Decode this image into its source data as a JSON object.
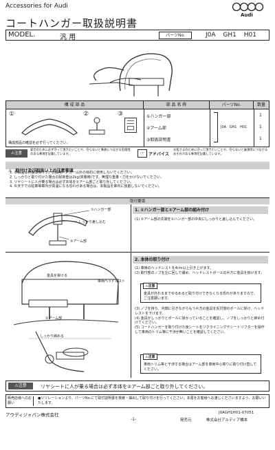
{
  "header": {
    "brand_line": "Accessories for Audi",
    "logo_text": "Audi",
    "title": "コートハンガー取扱説明書",
    "model_label": "MODEL.",
    "model_value": "汎 用",
    "parts_label": "パーツNo.",
    "parts_value": "J0A GH1 H01"
  },
  "components": {
    "head_left": "構 成 部 品",
    "head_name": "部 品 名 称",
    "head_partno": "パーツNo.",
    "head_qty": "数量",
    "markers": [
      "①",
      "②",
      "③"
    ],
    "items": [
      {
        "name": "①ハンガー部",
        "qty": "1"
      },
      {
        "name": "②アーム部",
        "qty": "1"
      },
      {
        "name": "③取扱説明書",
        "qty": "1"
      }
    ],
    "partno": "J0A GH1 H01",
    "confirm_note": "構成部品の確認を必ず行ってください。"
  },
  "notices": {
    "caution_label": "注意",
    "caution_text": "安全のために必ず守って頂きたいことや、守らないと事故につながる危険性のある事項を記載しています。",
    "advice_label": "アドバイス",
    "advice_text": "お客さまのために守って頂きたいことや、守らないと破損等につながるおそれがある事項を記載しています。"
  },
  "precautions": {
    "heading": "取付け及び取扱い上の注意事項",
    "lines": [
      "1. 本製品は衣服専用です。衣服用ハンガー以外の目的に使用しないでください。",
      "2. しっかりと取り付けた場合の耐荷重は2kg(質量時)です。無理な重量・力をかけないでください。",
      "3. リヤシートに人が乗る場合は必ず本体を②アーム部ごと取り外してください。",
      "4. 炎天下での駐車等車内が高温になる恐れがある場合は、本製品を車内に放置しないでください。"
    ]
  },
  "procedure": {
    "heading": "取付要領",
    "fig1_labels": [
      "①ハンガー部",
      "しっかり差し込む",
      "②アーム部"
    ],
    "step1_title": "1. ①ハンガー部と②アーム部の組み付け",
    "step1_text": "(1) ②アーム部の先端を①ハンガー部の中央にしっかりと差し込んでください。",
    "fig2_labels": [
      "金具を掛ける",
      "車両ヘッドレスト",
      "②アーム部",
      "しっかり締める"
    ],
    "step2_title": "2. 本体の取り付け",
    "step2_items": [
      "(1) 車両のヘッドレストを4cm以上引き上げます。",
      "(2) 取付部のノブを左に回して緩め、ヘッドレストポールの片方に金具を掛けます。"
    ],
    "caution1": "金具が外れるまでゆるめると取り付けできなくなる恐れがありますので、ご注意願います。",
    "step2_items_b": [
      "(3) ノブを持ち、内側に引きながらもう片方の金具を反対側のポールに掛け、ヘッドレストを下げます。",
      "(4) 金具がしっかりとポールに掛かっていることを確認し、ノブをしっかりと締め付けてください。",
      "(5) コートハンガーを取り付けた後シートをリクライニングやシートリフターを操作して車両のトリム等に干渉が無いことを確認してください。"
    ],
    "caution2": "車両トリム等と干渉する場合はアーム部を車両中心寄りに取り付け直してください。"
  },
  "bottom_caution": {
    "label": "注意",
    "text": "リヤシートに人が乗る場合は必ず本体を②アーム部ごと取り外してください。"
  },
  "footer": {
    "dealer_label": "販売店様へのお願い",
    "dealer_text": "●リリレーションより、パーツNo.にて取付説明書を検索・抽出して取り付けを行ってください。本書をお客様へお渡しくださいますよう、お願いいたします。",
    "company": "アウディジャパン株式会社",
    "page": "-1-",
    "doc_no": "J0AGH1H01-07051",
    "seller_label": "発売元",
    "seller": "株式会社アルティア橋本"
  }
}
